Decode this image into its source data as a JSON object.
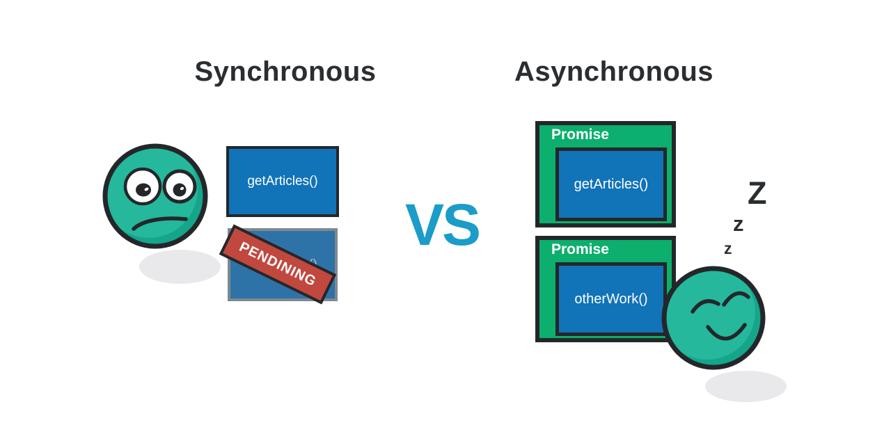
{
  "colors": {
    "title": "#2b2e31",
    "teal": "#25b89c",
    "teal_dark": "#14a58b",
    "outline": "#24272a",
    "blue": "#1173b8",
    "blue_muted": "#2e73a8",
    "gray_border": "#7f898e",
    "green": "#0caf6d",
    "red": "#c1483f",
    "vs_blue": "#1b9cc9",
    "shadow": "#e9e9eb",
    "faded_text": "#a5c0d4"
  },
  "icons": {
    "left_face": "worried-face-icon",
    "right_face": "sleeping-face-icon"
  },
  "left": {
    "title": "Synchronous",
    "call_box": {
      "label": "getArticles()"
    },
    "pending_box": {
      "label": "otherWork()",
      "stamp": "PENDINING"
    }
  },
  "center": {
    "vs_label": "VS"
  },
  "right": {
    "title": "Asynchronous",
    "promise_cards": [
      {
        "badge": "Promise",
        "label": "getArticles()"
      },
      {
        "badge": "Promise",
        "label": "otherWork()"
      }
    ],
    "sleep_zs": [
      "Z",
      "z",
      "z"
    ]
  }
}
